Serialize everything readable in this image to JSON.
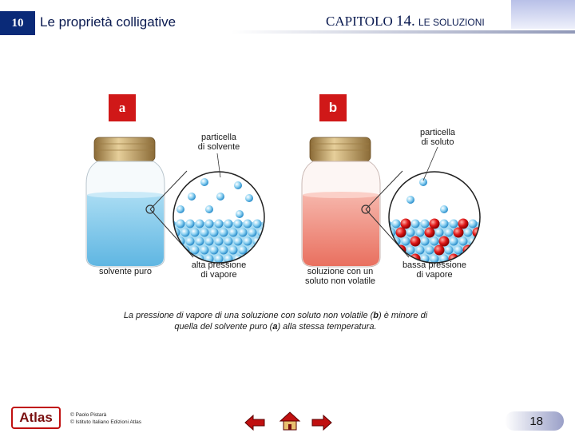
{
  "header": {
    "chapter_number": "10",
    "section_title": "Le proprietà colligative",
    "chapter_prefix": "CAPITOLO",
    "chapter_num": "14.",
    "chapter_name": "LE SOLUZIONI"
  },
  "panel_a": {
    "tag": "a",
    "particle_label_1": "particella",
    "particle_label_2": "di solvente",
    "jar_label": "solvente puro",
    "pressure_label_1": "alta pressione",
    "pressure_label_2": "di vapore"
  },
  "panel_b": {
    "tag": "b",
    "particle_label_1": "particella",
    "particle_label_2": "di soluto",
    "jar_label_1": "soluzione con un",
    "jar_label_2": "soluto non volatile",
    "pressure_label_1": "bassa pressione",
    "pressure_label_2": "di vapore"
  },
  "caption": {
    "part1": "La pressione di vapore di una soluzione con soluto non volatile (",
    "b": "b",
    "part2": ") è minore di quella del solvente puro (",
    "a": "a",
    "part3": ") alla stessa temperatura."
  },
  "footer": {
    "logo_text": "Atlas",
    "copyright_1": "© Paolo Pistarà",
    "copyright_2": "© Istituto Italiano Edizioni Atlas",
    "page_number": "18"
  },
  "colors": {
    "accent_red": "#d01818",
    "header_blue": "#0a2a78",
    "solvent_blue": "#7fc6ea",
    "solution_red": "#ef8a7c"
  }
}
